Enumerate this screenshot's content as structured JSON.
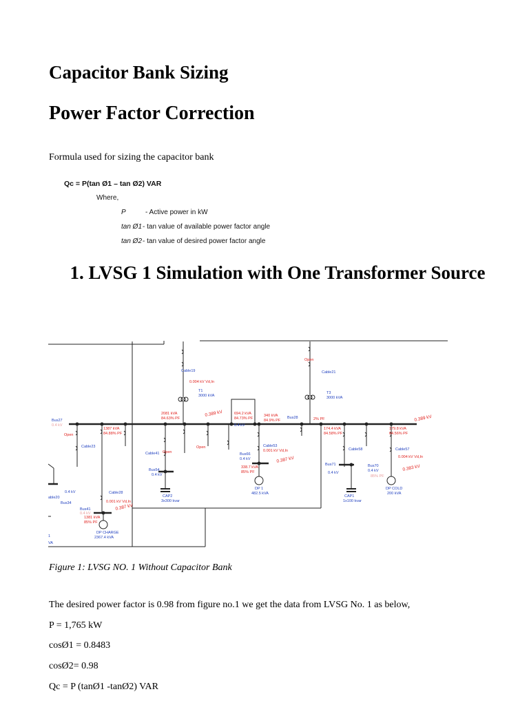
{
  "title": "Capacitor Bank Sizing",
  "subtitle": "Power Factor Correction",
  "intro": "Formula used for sizing the capacitor bank",
  "formula": {
    "main": "Qc = P(tan Ø1 – tan Ø2) VAR",
    "where": "Where,",
    "defs": [
      {
        "sym": "P",
        "desc": "- Active power in kW"
      },
      {
        "sym": "tan Ø1",
        "desc": "- tan value of available power factor angle"
      },
      {
        "sym": "tan Ø2",
        "desc": "- tan value of desired power factor angle"
      }
    ]
  },
  "section_heading": "1. LVSG 1 Simulation with One Transformer Source",
  "diagram": {
    "labels": {
      "cable19": "Cable19",
      "cable19_v": "0.004 kV Vd,In",
      "t1": "T1",
      "t1_kva": "3000 kVA",
      "cable21": "Cable21",
      "t3": "T3",
      "t3_kva": "3000 kVA",
      "open_top": "Open",
      "bus27": "Bus27",
      "bus27_kv": "0.4 kV",
      "open_left": "Open",
      "left_kva": "1387 kVA",
      "left_pf": "84.88% PF",
      "mid_kva": "2081 kVA",
      "mid_pf": "84.63% PF",
      "mid_kv": "0.389 kV",
      "c_kva": "694.2 kVA",
      "c_pf": "84.73% PF",
      "c_kv": "0.4 kV",
      "r_kva": "340 kVA",
      "r_pf": "84.9% PF",
      "bus28": "Bus28",
      "r_pf2": "2% PF",
      "rr_kva": "174.4 kVA",
      "rr_pf": "84.58% PF",
      "far_kva": "179.8 kVA",
      "far_pf": "84.56% PF",
      "far_kv": "0.389 kV",
      "cable23": "Cable23",
      "cable41": "Cable41",
      "open_c41": "Open",
      "open_mid": "Open",
      "bus54": "Bus54",
      "bus54_kv": "0.4 kV",
      "cap2": "CAP2",
      "cap2_kvar": "3x300 kvar",
      "bus66": "Bus66",
      "bus66_kv": "0.4 kV",
      "b66_kva": "338.7 kVA",
      "b66_pf": "85% PF",
      "cable53": "Cable53",
      "cable53_v": "0.001 kV Vd,In",
      "cable53_kv": "0.387 kV",
      "dp1": "DP 1",
      "dp1_kva": "482.5 kVA",
      "bus71": "Bus71",
      "bus71_kv": "0.4 kV",
      "cap1": "CAP1",
      "cap1_kvar": "1x100 kvar",
      "cable58": "Cable58",
      "bus70": "Bus70",
      "bus70_kv": "0.4 kV",
      "bus70_pf": "85% PF",
      "cable57": "Cable57",
      "cable57_v": "0.004 kV Vd,In",
      "cable57_kv": "0.383 kV",
      "dpcold": "DP COLD",
      "dpcold_kva": "200 kVA",
      "left_kv": "0.4 kV",
      "cable20": "able20",
      "bus34": "Bus34",
      "cable28": "Cable28",
      "cable28_v": "0.001 kV Vd,In",
      "cable28_kv": "0.387 kV",
      "bus41": "Bus41",
      "bus41_kv": "0.4 kV",
      "b41_kva": "1381 kVA",
      "b41_pf": "85% PF",
      "dpcharge": "DP CHARGE",
      "dpcharge_kva": "2367.4 kVA",
      "va": "VA",
      "one": "1"
    }
  },
  "caption": "Figure 1: LVSG NO. 1 Without Capacitor Bank",
  "paragraphs": [
    "The desired power factor is 0.98 from figure no.1 we get the data from LVSG No. 1 as below,",
    "P = 1,765 kW",
    "cosØ1 = 0.8483",
    "cosØ2= 0.98",
    "Qc = P (tanØ1 -tanØ2) VAR"
  ],
  "colors": {
    "blue": "#1f3fbf",
    "red": "#e0201c",
    "pink": "#e89a9a",
    "line": "#222222"
  }
}
